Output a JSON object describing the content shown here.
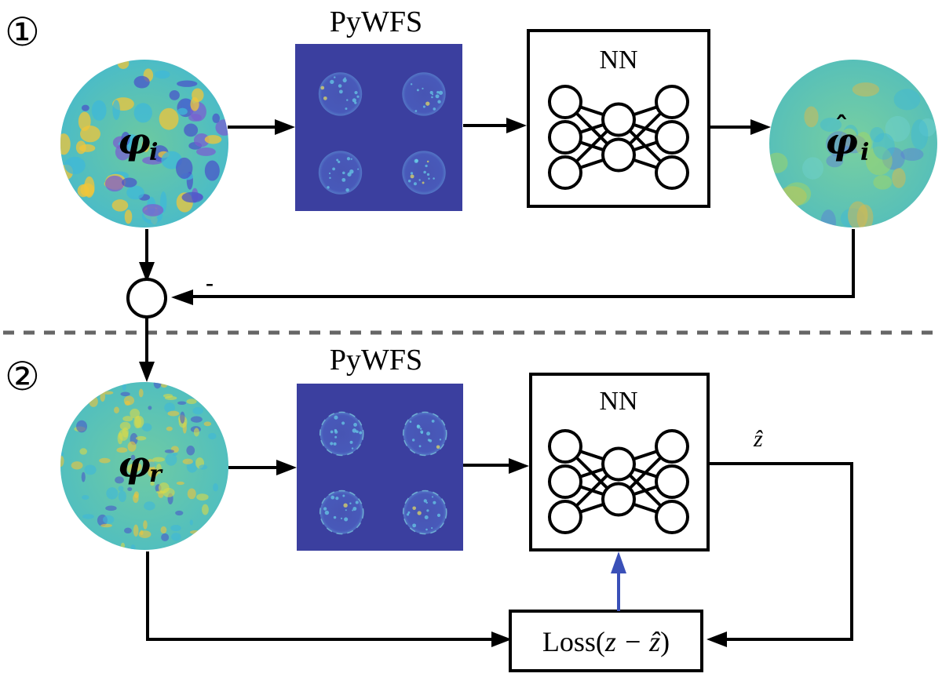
{
  "figure": {
    "stage1": {
      "badge": "①",
      "input_phase_label": "φ",
      "input_phase_sub": "i",
      "wfs_title": "PyWFS",
      "nn_title": "NN",
      "output_phase_label": "φ̂",
      "output_phase_sub": "i",
      "subtract_sign": "-"
    },
    "stage2": {
      "badge": "②",
      "residual_phase_label": "φ",
      "residual_phase_sub": "r",
      "wfs_title": "PyWFS",
      "nn_title": "NN",
      "nn_output_label": "ẑ",
      "loss_prefix": "Loss(",
      "loss_expr": "z − ẑ",
      "loss_suffix": ")"
    }
  },
  "colors": {
    "arrow": "#000000",
    "feedback_arrow": "#3a50b8",
    "divider": "#666666",
    "wfs_background": "#3b3f9e",
    "phase_green": "#5fc6a0",
    "phase_cyan": "#3fb8d8",
    "phase_yellow": "#f0c53a",
    "phase_blue": "#4a56c8"
  }
}
